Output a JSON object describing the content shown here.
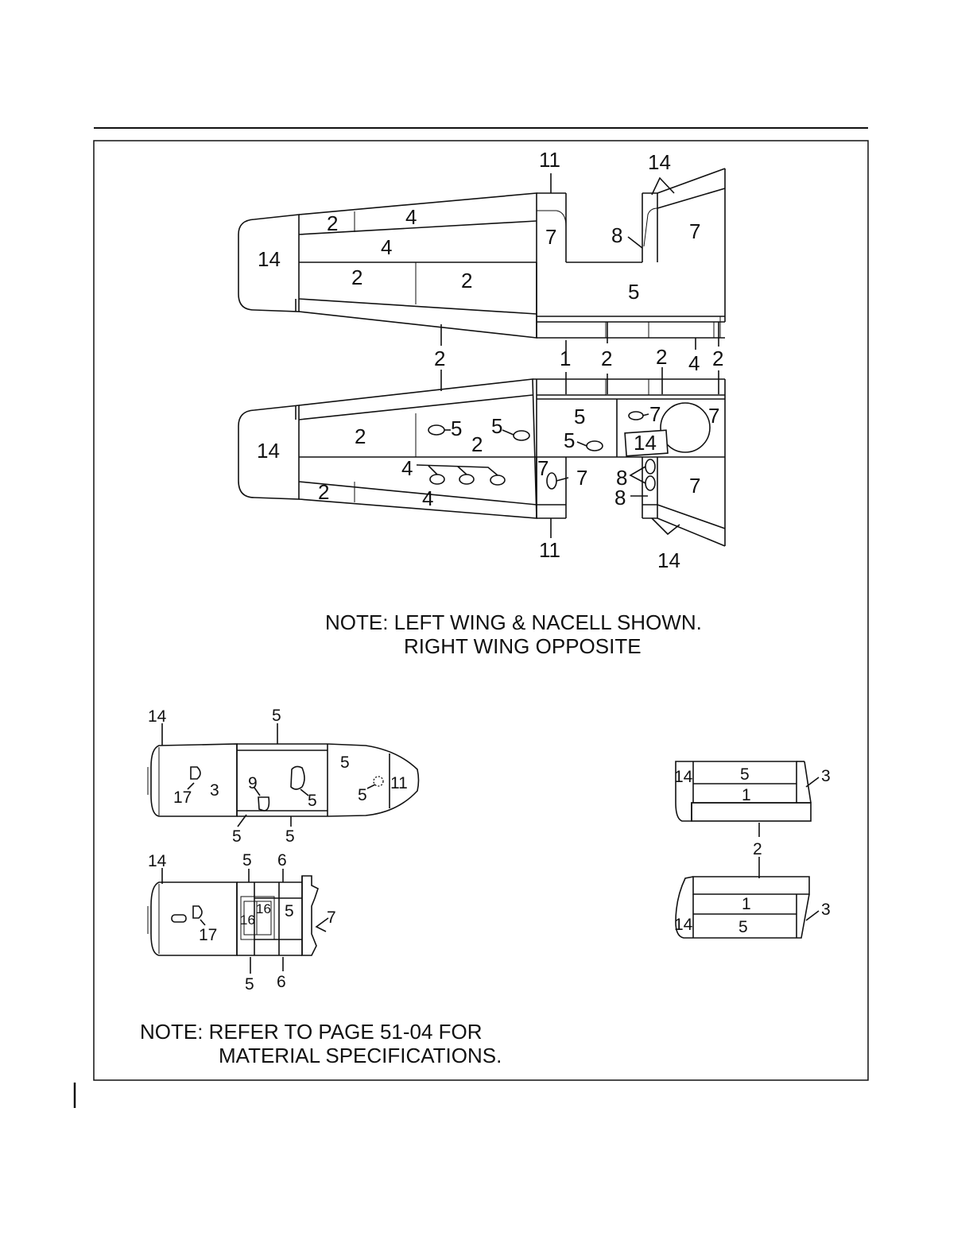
{
  "top_wing": {
    "labels": [
      "11",
      "14",
      "2",
      "4",
      "7",
      "8",
      "7",
      "14",
      "4",
      "2",
      "2",
      "5"
    ]
  },
  "bottom_wing": {
    "labels": [
      "14",
      "2",
      "5",
      "5",
      "2",
      "5",
      "7",
      "7",
      "5",
      "14",
      "4",
      "7",
      "7",
      "8",
      "7",
      "8",
      "2",
      "4",
      "11",
      "14"
    ]
  },
  "between_wings": {
    "labels": [
      "2",
      "1",
      "2",
      "2",
      "4",
      "2"
    ]
  },
  "note_1": {
    "line1": "NOTE:  LEFT WING & NACELL SHOWN.",
    "line2": "RIGHT WING OPPOSITE"
  },
  "nacelle_top": {
    "labels": [
      "14",
      "5",
      "5",
      "17",
      "3",
      "9",
      "5",
      "5",
      "11",
      "5",
      "5"
    ]
  },
  "nacelle_bottom": {
    "labels": [
      "14",
      "5",
      "6",
      "16",
      "5",
      "16",
      "7",
      "17",
      "5",
      "6"
    ]
  },
  "stabilizer": {
    "labels": [
      "14",
      "5",
      "3",
      "1",
      "2",
      "1",
      "3",
      "14",
      "5"
    ]
  },
  "note_2": {
    "line1": "NOTE:  REFER TO PAGE 51-04 FOR",
    "line2": "MATERIAL SPECIFICATIONS."
  }
}
